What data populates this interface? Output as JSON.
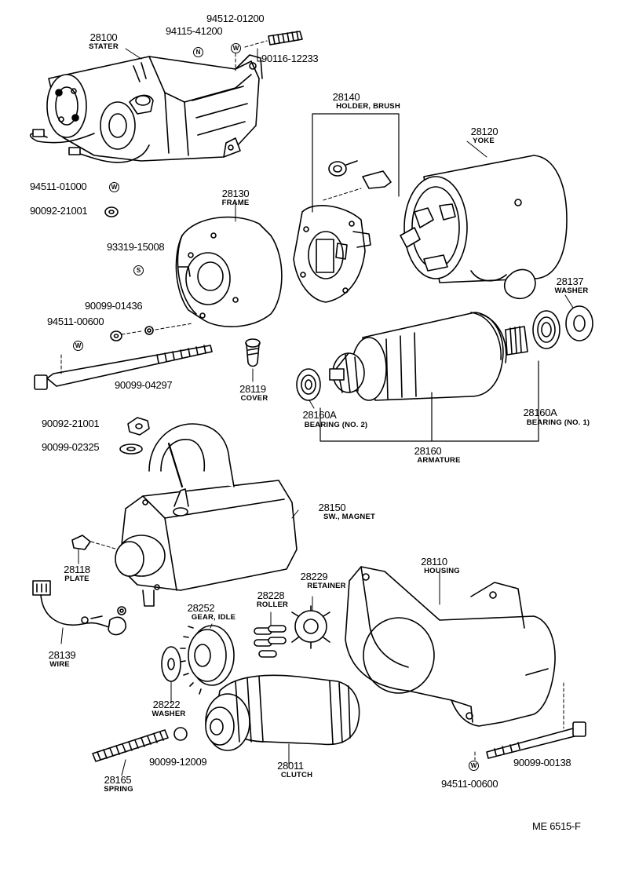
{
  "parts": [
    {
      "id": "p28100",
      "pn": "28100",
      "name": "STATER"
    },
    {
      "id": "p28140",
      "pn": "28140",
      "name": "HOLDER, BRUSH"
    },
    {
      "id": "p28120",
      "pn": "28120",
      "name": "YOKE"
    },
    {
      "id": "p28130",
      "pn": "28130",
      "name": "FRAME"
    },
    {
      "id": "p28137",
      "pn": "28137",
      "name": "WASHER"
    },
    {
      "id": "p28119",
      "pn": "28119",
      "name": "COVER"
    },
    {
      "id": "p28160a2",
      "pn": "28160A",
      "name": "BEARING (NO. 2)"
    },
    {
      "id": "p28160a1",
      "pn": "28160A",
      "name": "BEARING (NO. 1)"
    },
    {
      "id": "p28160",
      "pn": "28160",
      "name": "ARMATURE"
    },
    {
      "id": "p28150",
      "pn": "28150",
      "name": "SW., MAGNET"
    },
    {
      "id": "p28118",
      "pn": "28118",
      "name": "PLATE"
    },
    {
      "id": "p28110",
      "pn": "28110",
      "name": "HOUSING"
    },
    {
      "id": "p28229",
      "pn": "28229",
      "name": "RETAINER"
    },
    {
      "id": "p28228",
      "pn": "28228",
      "name": "ROLLER"
    },
    {
      "id": "p28252",
      "pn": "28252",
      "name": "GEAR, IDLE"
    },
    {
      "id": "p28139",
      "pn": "28139",
      "name": "WIRE"
    },
    {
      "id": "p28222",
      "pn": "28222",
      "name": "WASHER"
    },
    {
      "id": "p28165",
      "pn": "28165",
      "name": "SPRING"
    },
    {
      "id": "p28011",
      "pn": "28011",
      "name": "CLUTCH"
    }
  ],
  "fasteners": {
    "f9451201200": "94512-01200",
    "f9411541200": "94115-41200",
    "f9011612233": "90116-12233",
    "f9451101000": "94511-01000",
    "f9009221001a": "90092-21001",
    "f9331915008": "93319-15008",
    "f9009901436": "90099-01436",
    "f9451100600a": "94511-00600",
    "f9009904297": "90099-04297",
    "f9009221001b": "90092-21001",
    "f9009902325": "90099-02325",
    "f9009912009": "90099-12009",
    "f9009900138": "90099-00138",
    "f9451100600b": "94511-00600"
  },
  "symbols": {
    "n": "N",
    "w": "W",
    "s": "S"
  },
  "diagram_code": "ME 6515-F"
}
